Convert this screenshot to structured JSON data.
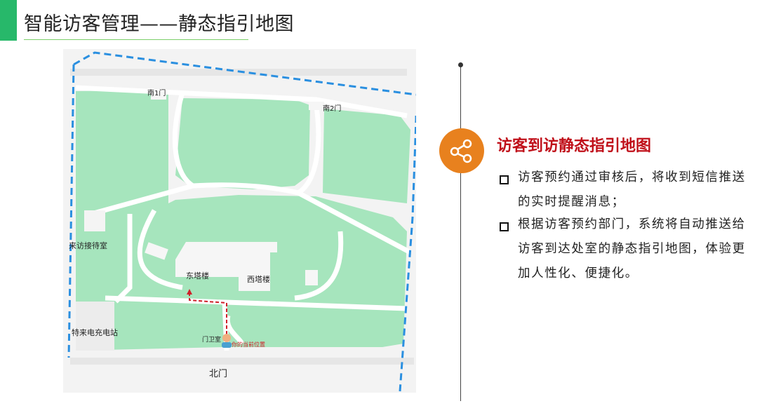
{
  "header": {
    "title": "智能访客管理——静态指引地图"
  },
  "map": {
    "labels": {
      "south_gate_1": "南1门",
      "south_gate_2": "南2门",
      "reception": "来访接待室",
      "east_tower": "东塔楼",
      "west_tower": "西塔楼",
      "charging_station": "特来电充电站",
      "guard_room": "门卫室",
      "current_location": "你的当前位置",
      "north_gate": "北门"
    }
  },
  "panel": {
    "icon": "share-icon",
    "icon_color": "#e8811e",
    "heading": "访客到访静态指引地图",
    "bullets": [
      "访客预约通过审核后，将收到短信推送的实时提醒消息；",
      "根据访客预约部门，系统将自动推送给访客到达处室的静态指引地图，体验更加人性化、便捷化。"
    ]
  }
}
